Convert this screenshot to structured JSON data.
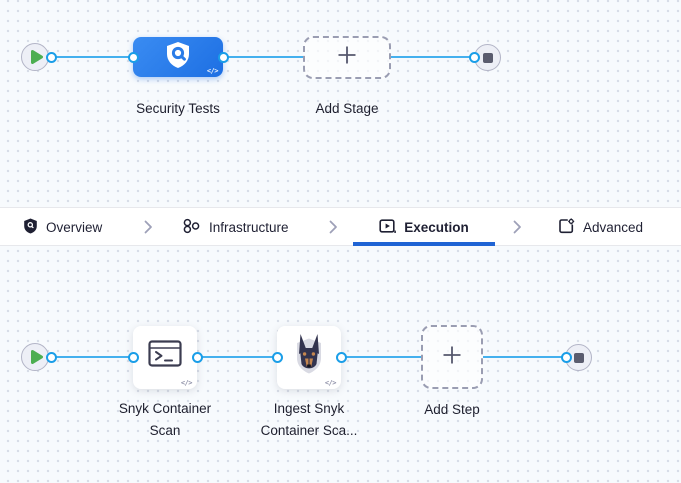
{
  "colors": {
    "canvas_bg": "#f7fafd",
    "grid_dot": "#d6dce7",
    "connector_blue": "#45b0ee",
    "connection_point_border": "#1a9ee8",
    "stage_node_blue": "#2b7de9",
    "active_tab_underline": "#2064d4",
    "play_green": "#4cae50",
    "stop_gray": "#5a5c6e"
  },
  "stage_canvas": {
    "start_node": {
      "icon": "play-icon"
    },
    "end_node": {
      "icon": "stop-icon"
    },
    "stage_node": {
      "label": "Security Tests",
      "icon": "shield-scan-icon",
      "code_badge": "</>"
    },
    "add_stage": {
      "label": "Add Stage",
      "icon": "plus-icon"
    }
  },
  "tab_bar": {
    "separator_icon": "chevron-right-icon",
    "tabs": [
      {
        "label": "Overview",
        "icon": "overview-shield-icon",
        "active": false
      },
      {
        "label": "Infrastructure",
        "icon": "infrastructure-icon",
        "active": false
      },
      {
        "label": "Execution",
        "icon": "execution-icon",
        "active": true
      },
      {
        "label": "Advanced",
        "icon": "advanced-icon",
        "active": false
      }
    ],
    "active_tab": "Execution"
  },
  "step_canvas": {
    "start_node": {
      "icon": "play-icon"
    },
    "end_node": {
      "icon": "stop-icon"
    },
    "steps": [
      {
        "label_lines": [
          "Snyk Container",
          "Scan"
        ],
        "icon": "shell-script-icon",
        "code_badge": "</>"
      },
      {
        "label_lines": [
          "Ingest Snyk",
          "Container Sca..."
        ],
        "icon": "snyk-dog-icon",
        "code_badge": "</>"
      }
    ],
    "add_step": {
      "label": "Add Step",
      "icon": "plus-icon"
    }
  }
}
